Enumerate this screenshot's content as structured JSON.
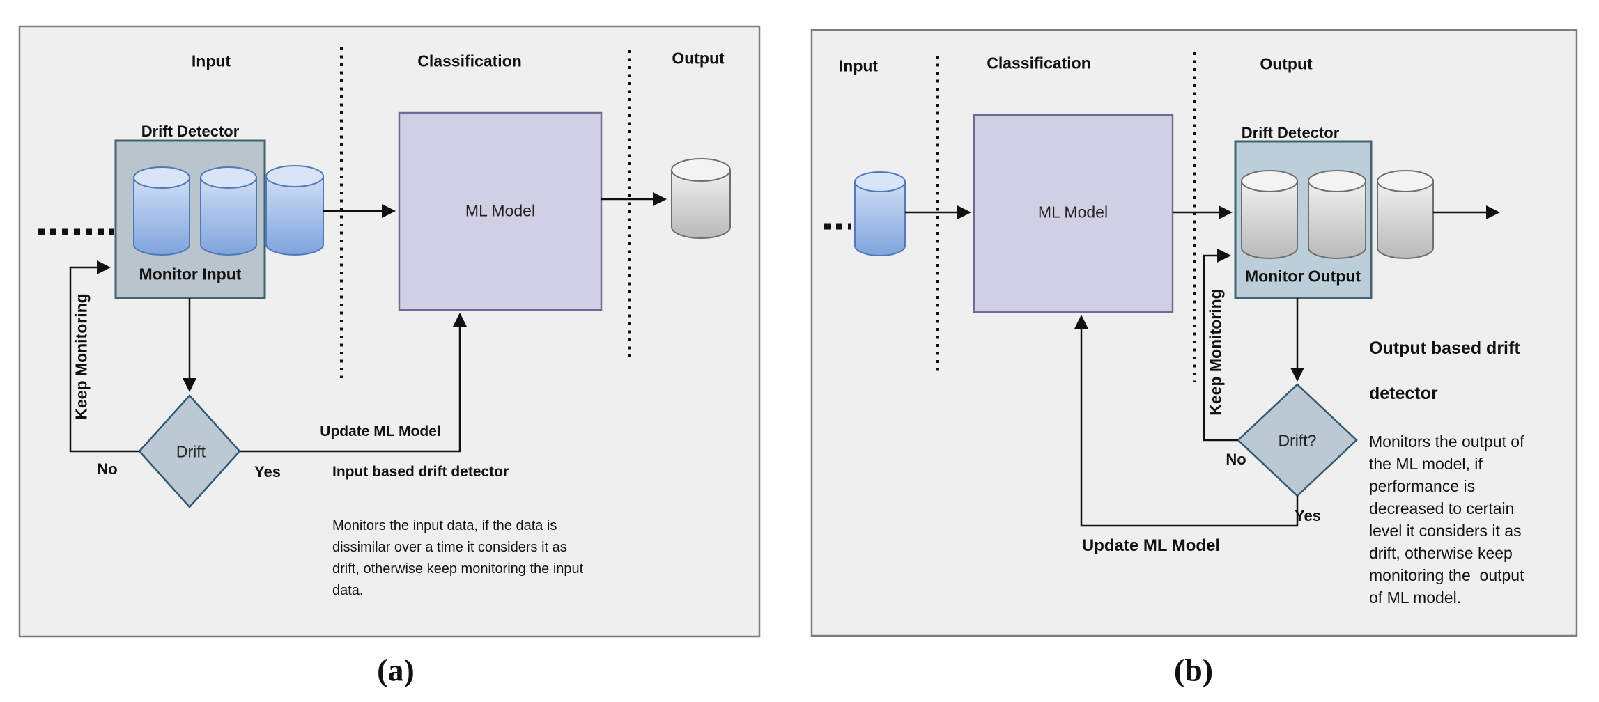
{
  "figure": {
    "panel_a": {
      "caption": "(a)",
      "section_labels": {
        "input": "Input",
        "classification": "Classification",
        "output": "Output"
      },
      "drift_detector_title": "Drift Detector",
      "monitor_label": "Monitor Input",
      "ml_model_label": "ML Model",
      "decision_label": "Drift",
      "no_label": "No",
      "yes_label": "Yes",
      "keep_monitoring_label": "Keep Monitoring",
      "update_label": "Update ML Model",
      "heading": "Input based drift detector",
      "description": "Monitors the input data, if the data is\ndissimilar over a time it considers it as\ndrift, otherwise keep monitoring the input\ndata."
    },
    "panel_b": {
      "caption": "(b)",
      "section_labels": {
        "input": "Input",
        "classification": "Classification",
        "output": "Output"
      },
      "drift_detector_title": "Drift Detector",
      "monitor_label": "Monitor Output",
      "ml_model_label": "ML Model",
      "decision_label": "Drift?",
      "no_label": "No",
      "yes_label": "Yes",
      "keep_monitoring_label": "Keep Monitoring",
      "update_label": "Update ML Model",
      "heading_line1": "Output based drift",
      "heading_line2": "detector",
      "description": "Monitors the output of\nthe ML model, if\nperformance is\ndecreased to certain\nlevel it considers it as\ndrift, otherwise keep\nmonitoring the  output\nof ML model."
    }
  },
  "colors": {
    "panel_bg": "#efefef",
    "panel_border": "#7d7d7d",
    "ml_fill": "#d1cfe3",
    "ml_border": "#6f6b96",
    "det_fill_a": "#b9c4cd",
    "det_fill_b": "#bdcedb",
    "det_border": "#44636f",
    "diamond_fill": "#bcc9d4",
    "diamond_border": "#2e5972",
    "cyl_blue_top": "#d9e4f7",
    "cyl_blue_light": "#cfdef5",
    "cyl_blue_dark": "#7ea4dd",
    "cyl_blue_border": "#4f79b8",
    "cyl_gray_top": "#f3f3f3",
    "cyl_gray_light": "#f0f0f0",
    "cyl_gray_dark": "#b9b9b9",
    "cyl_gray_border": "#6f6f6f",
    "line": "#111111",
    "text": "#111111"
  }
}
